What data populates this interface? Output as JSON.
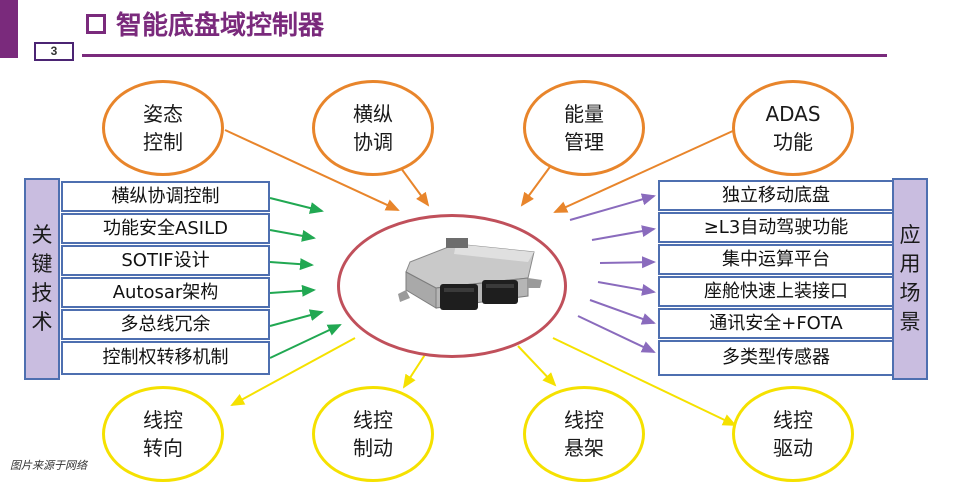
{
  "header": {
    "page_number": "3",
    "title": "智能底盘域控制器"
  },
  "top_circles": [
    {
      "line1": "姿态",
      "line2": "控制"
    },
    {
      "line1": "横纵",
      "line2": "协调"
    },
    {
      "line1": "能量",
      "line2": "管理"
    },
    {
      "line1": "ADAS",
      "line2": "功能"
    }
  ],
  "bottom_circles": [
    {
      "line1": "线控",
      "line2": "转向"
    },
    {
      "line1": "线控",
      "line2": "制动"
    },
    {
      "line1": "线控",
      "line2": "悬架"
    },
    {
      "line1": "线控",
      "line2": "驱动"
    }
  ],
  "key_tech": {
    "label": [
      "关",
      "键",
      "技",
      "术"
    ],
    "items": [
      "横纵协调控制",
      "功能安全ASILD",
      "SOTIF设计",
      "Autosar架构",
      "多总线冗余",
      "控制权转移机制"
    ]
  },
  "app_scenes": {
    "label": [
      "应",
      "用",
      "场",
      "景"
    ],
    "items": [
      "独立移动底盘",
      "≥L3自动驾驶功能",
      "集中运算平台",
      "座舱快速上装接口",
      "通讯安全+FOTA",
      "多类型传感器"
    ]
  },
  "center": {
    "image": "ecu-controller-unit"
  },
  "footer": {
    "source_note": "图片来源于网络"
  },
  "colors": {
    "brand_purple": "#7a2a7c",
    "orange": "#e8852b",
    "yellow": "#f5e100",
    "green_arrow": "#21a852",
    "purple_arrow": "#8a6bbd",
    "box_border": "#4e6fb0",
    "label_fill": "#c9bde0",
    "ellipse": "#c0505b"
  }
}
